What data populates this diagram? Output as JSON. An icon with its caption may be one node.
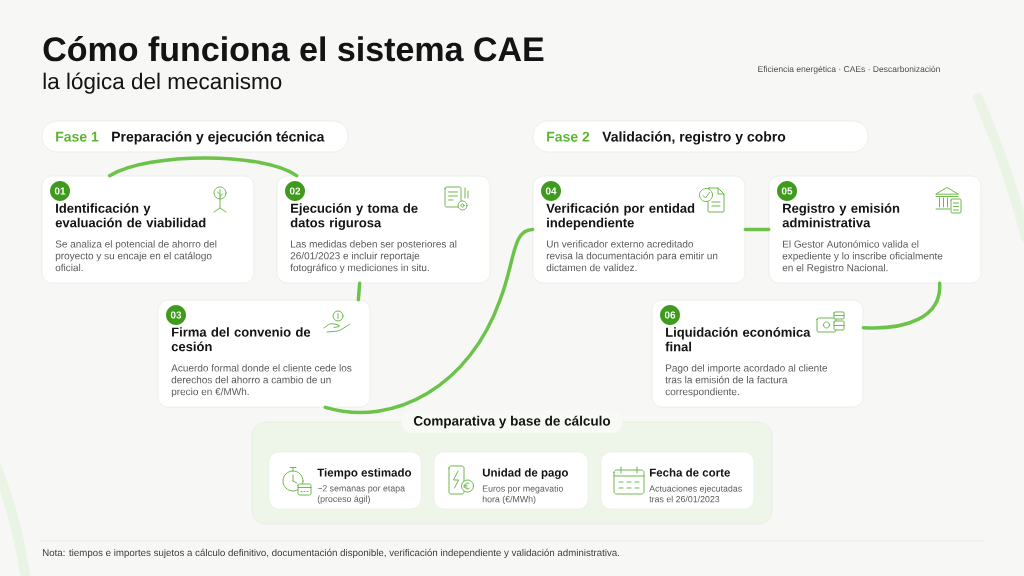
{
  "diagram": {
    "title": "Cómo funciona el sistema CAE",
    "nodes": [
      {
        "text": [
          "Fase 1",
          "Preparación y ejecución técnica"
        ]
      },
      {
        "text": [
          "Identificación y evaluación de viabilidad",
          "Se analiza el potencial de ahorro del proyecto y su encaje en el catálogo oficial."
        ]
      },
      {
        "text": [
          "01"
        ],
        "in": 1
      },
      {
        "text": [
          "Ejecución y toma de datos rigurosa",
          "Las medidas deben ser posteriores al 26/01/2023 e incluir reportaje fotográfico y mediciones in situ."
        ]
      },
      {
        "text": [
          "02"
        ],
        "in": 3
      },
      {
        "text": [
          "Firma del convenio de cesión",
          "Acuerdo formal donde el cliente cede los derechos del ahorro a cambio de un precio en €/MWh."
        ]
      },
      {
        "text": [
          "03"
        ],
        "in": 5
      },
      {
        "text": [
          "Fase 2",
          "Validación, registro y cobro"
        ]
      },
      {
        "text": [
          "Verificación por entidad independiente",
          "Un verificador externo acreditado revisa la documentación para emitir un dictamen de validez."
        ]
      },
      {
        "text": [
          "04"
        ],
        "in": 8
      },
      {
        "text": [
          "Registro y emisión administrativa",
          "El Gestor Autonómico valida el expediente y lo inscribe oficialmente en el Registro Nacional."
        ]
      },
      {
        "text": [
          "05"
        ],
        "in": 10
      },
      {
        "text": [
          "Liquidación económica final",
          "Pago del importe acordado al cliente tras la emisión de la factura correspondiente."
        ]
      },
      {
        "text": [
          "06"
        ],
        "in": 12
      },
      {
        "text": [
          "Comparativa y base de cálculo"
        ]
      },
      {
        "text": [
          "Tiempo estimado",
          "~2 semanas por etapa (proceso ágil)"
        ],
        "in": 14
      },
      {
        "text": [
          "Unidad de pago",
          "Euros por megavatio hora (€/MWh)"
        ],
        "in": 14
      },
      {
        "text": [
          "Fecha de corte",
          "Actuaciones ejecutadas tras el 26/01/2023"
        ],
        "in": 14
      }
    ],
    "edges": [
      {
        "from": 1,
        "to": 3,
        "arrow": "none"
      },
      {
        "from": 3,
        "to": 5,
        "arrow": "none"
      },
      {
        "from": 5,
        "to": 8,
        "arrow": "none"
      },
      {
        "from": 8,
        "to": 10,
        "arrow": "none"
      },
      {
        "from": 10,
        "to": 12,
        "arrow": "none"
      }
    ],
    "labels": [
      "la lógica del mecanismo",
      "Eficiencia energética · CAEs · Descarbonización",
      "Nota: tiempos e importes sujetos a cálculo definitivo, documentación disponible, verificación independiente y validación administrativa."
    ]
  }
}
